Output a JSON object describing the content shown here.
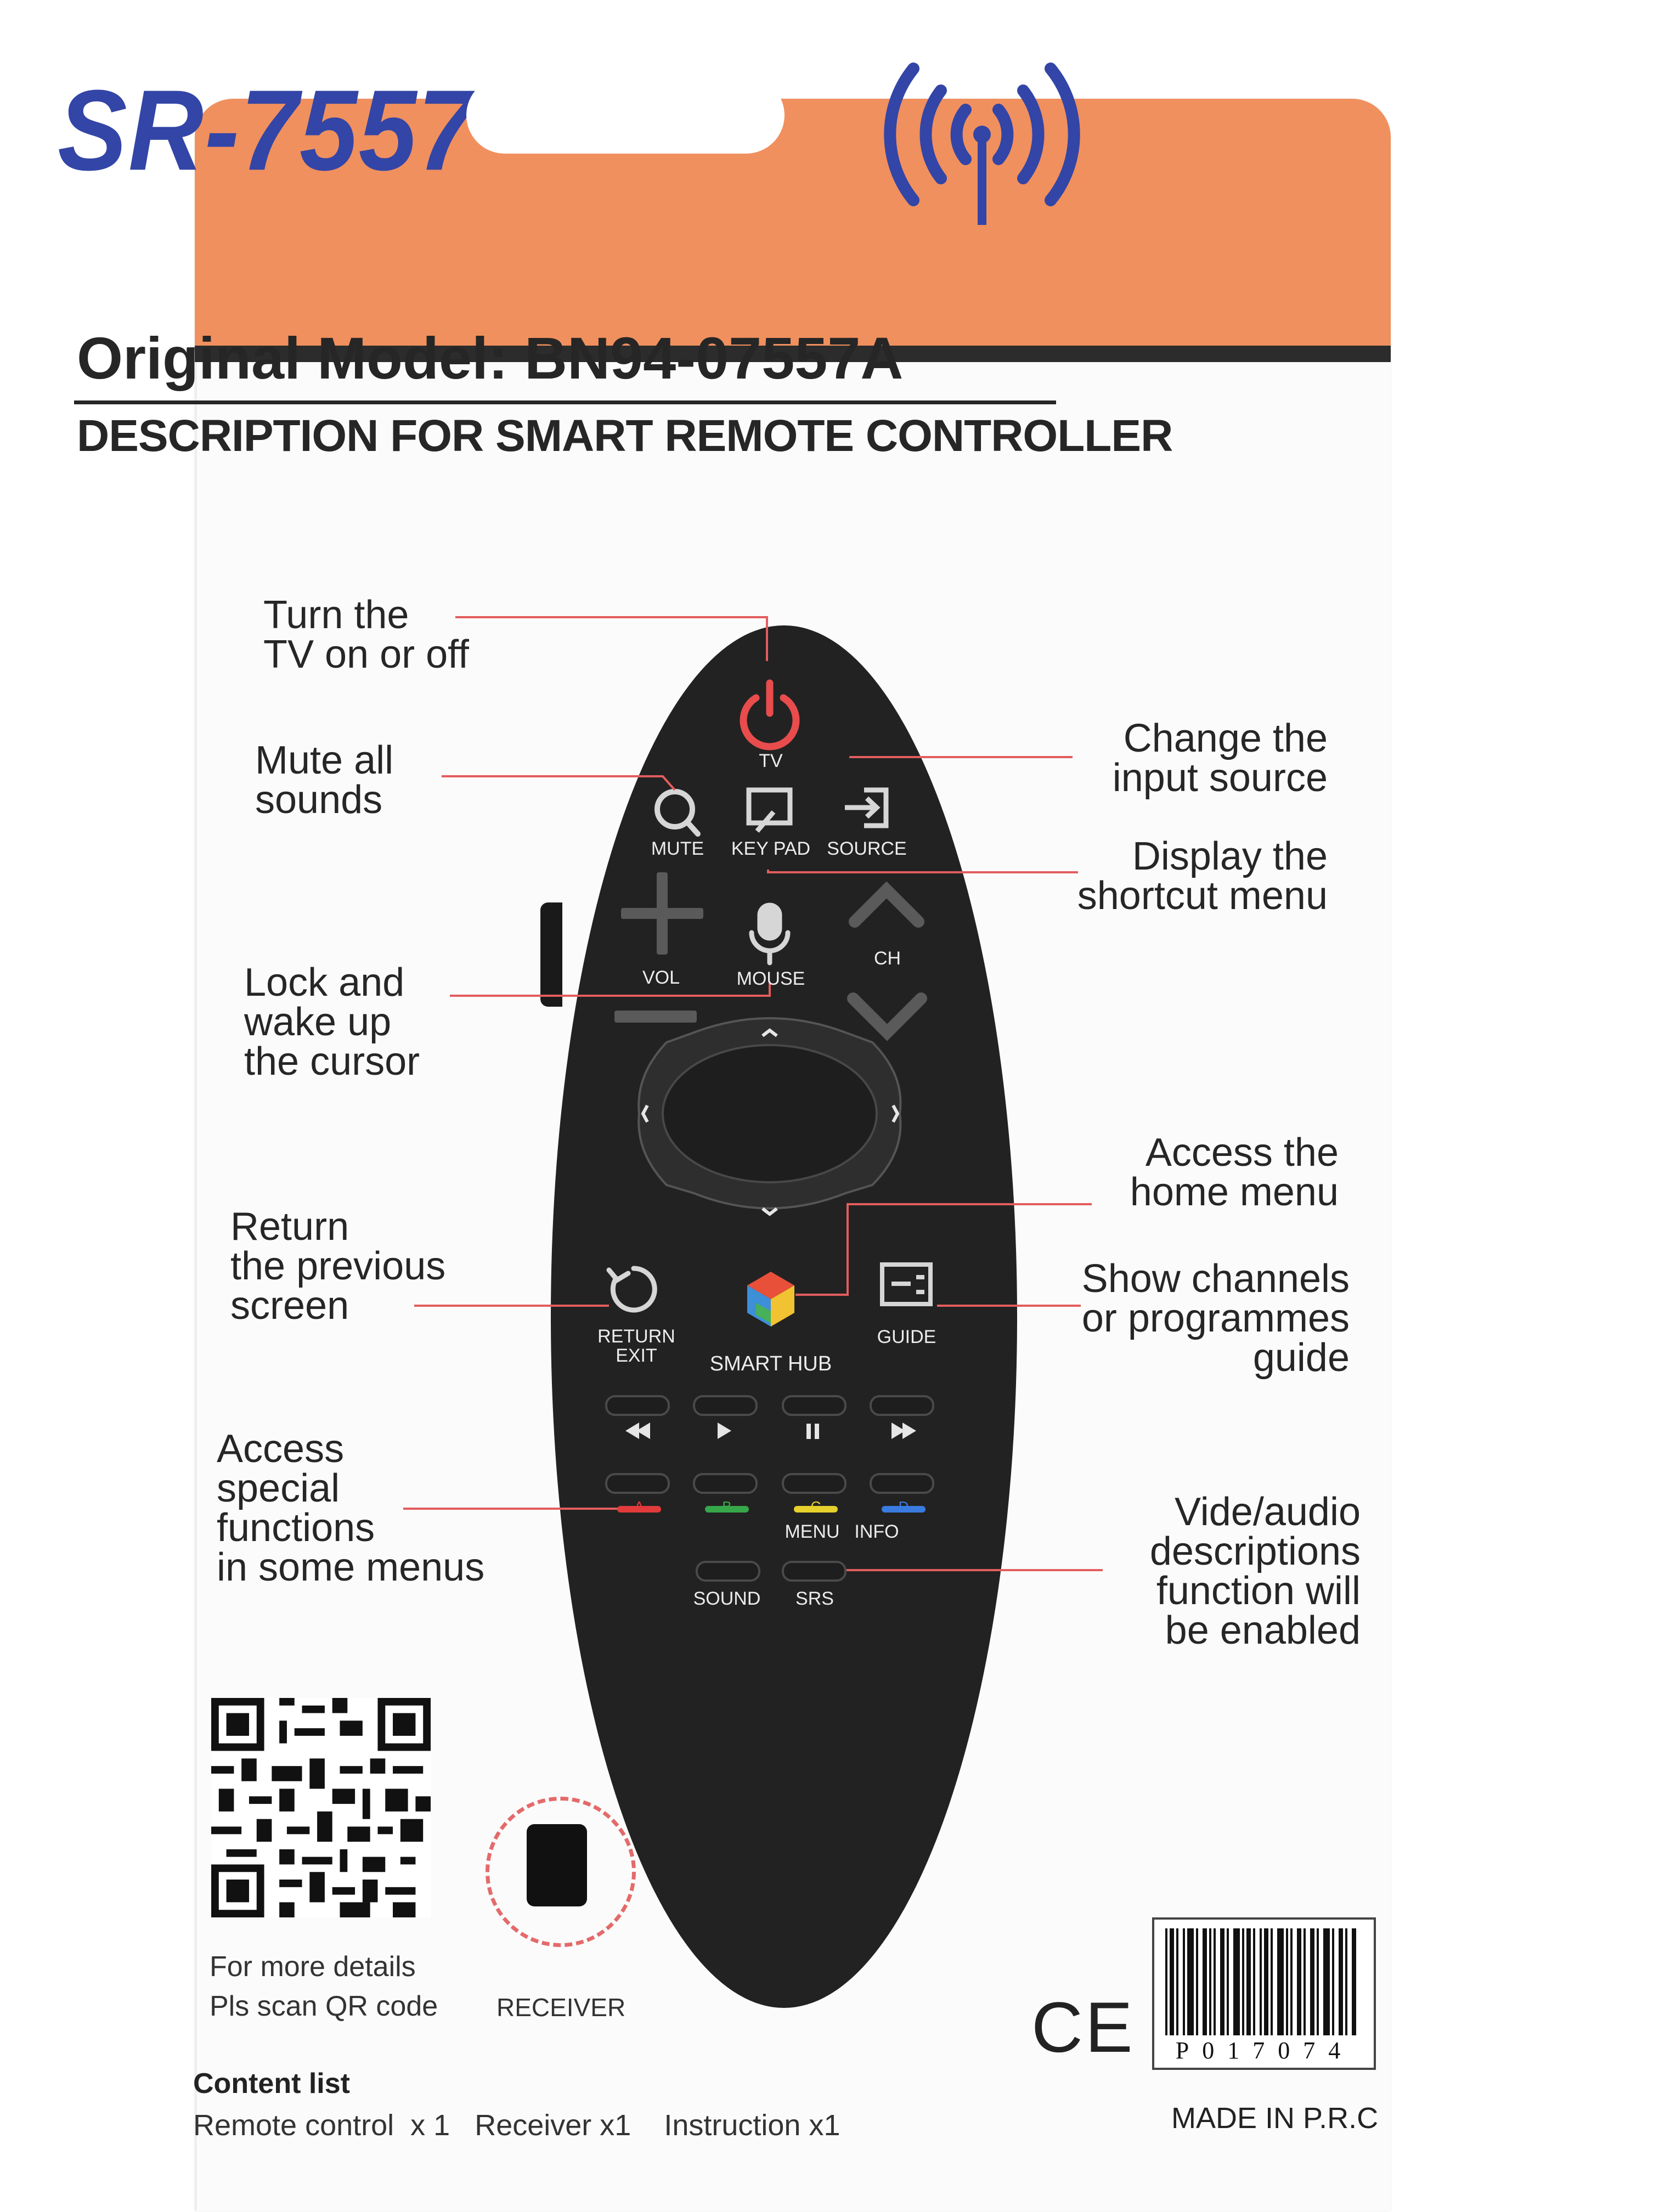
{
  "header": {
    "model_code": "SR-7557",
    "colors": {
      "orange": "#f0905e",
      "blue": "#3345a6"
    }
  },
  "main": {
    "title": "Original Model: BN94-07557A",
    "subtitle": "DESCRIPTION FOR SMART REMOTE CONTROLLER"
  },
  "annotations": {
    "power": "Turn the\nTV on or off",
    "mute": "Mute all\nsounds",
    "source": "Change the\ninput source",
    "keypad": "Display the\nshortcut menu",
    "mouse": "Lock and\nwake up\nthe cursor",
    "home": "Access the\nhome menu",
    "return": "Return\nthe previous\nscreen",
    "guide": "Show channels\nor programmes\nguide",
    "color": "Access\nspecial\nfunctions\nin some menus",
    "srs": "Vide/audio\ndescriptions\nfunction will\nbe enabled"
  },
  "remote": {
    "tv": "TV",
    "mute": "MUTE",
    "keypad": "KEY PAD",
    "source": "SOURCE",
    "vol": "VOL",
    "mouse": "MOUSE",
    "ch": "CH",
    "return_line1": "RETURN",
    "return_line2": "EXIT",
    "smart_hub": "SMART HUB",
    "guide": "GUIDE",
    "a": "A",
    "b": "B",
    "c": "C",
    "d": "D",
    "menu": "MENU",
    "info": "INFO",
    "sound": "SOUND",
    "srs": "SRS",
    "colors": {
      "a": "#e23b3b",
      "b": "#36a84a",
      "c": "#e6d12c",
      "d": "#3a7be0",
      "power": "#e84c4c"
    }
  },
  "footer": {
    "qr_line1": "For more details",
    "qr_line2": "Pls scan QR code",
    "receiver": "RECEIVER",
    "content_title": "Content list",
    "content_items": "Remote control  x 1   Receiver x1    Instruction x1",
    "barcode_number": "P017074",
    "made_in": "MADE IN P.R.C",
    "ce_mark": "CE"
  }
}
